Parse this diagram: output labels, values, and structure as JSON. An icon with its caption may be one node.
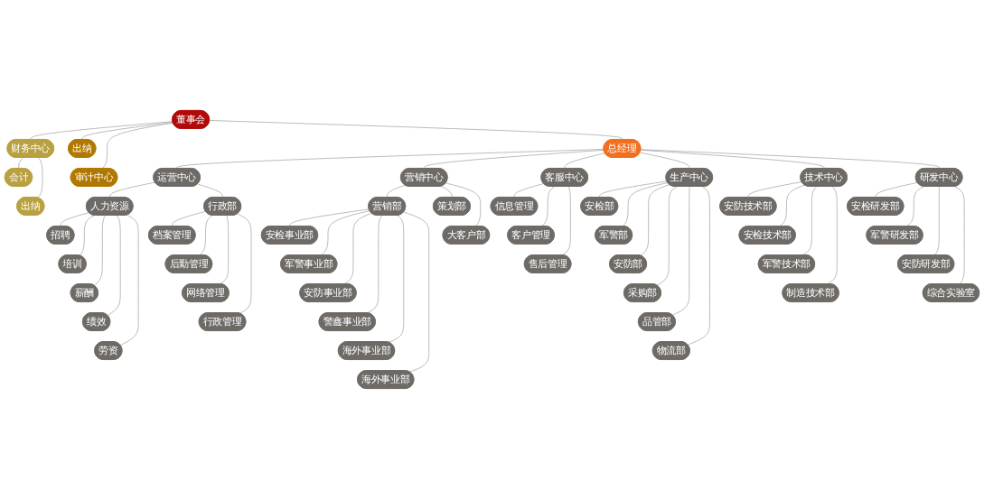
{
  "diagram": {
    "nodes": [
      {
        "text": [
          "董事会"
        ]
      },
      {
        "text": [
          "财务中心"
        ]
      },
      {
        "text": [
          "会计"
        ]
      },
      {
        "text": [
          "出纳"
        ]
      },
      {
        "text": [
          "出纳"
        ]
      },
      {
        "text": [
          "审计中心"
        ]
      },
      {
        "text": [
          "总经理"
        ]
      },
      {
        "text": [
          "运营中心"
        ]
      },
      {
        "text": [
          "人力资源"
        ]
      },
      {
        "text": [
          "招聘"
        ]
      },
      {
        "text": [
          "培训"
        ]
      },
      {
        "text": [
          "薪酬"
        ]
      },
      {
        "text": [
          "绩效"
        ]
      },
      {
        "text": [
          "劳资"
        ]
      },
      {
        "text": [
          "行政部"
        ]
      },
      {
        "text": [
          "档案管理"
        ]
      },
      {
        "text": [
          "后勤管理"
        ]
      },
      {
        "text": [
          "网络管理"
        ]
      },
      {
        "text": [
          "行政管理"
        ]
      },
      {
        "text": [
          "营销中心"
        ]
      },
      {
        "text": [
          "营销部"
        ]
      },
      {
        "text": [
          "安检事业部"
        ]
      },
      {
        "text": [
          "军警事业部"
        ]
      },
      {
        "text": [
          "安防事业部"
        ]
      },
      {
        "text": [
          "警鑫事业部"
        ]
      },
      {
        "text": [
          "海外事业部"
        ]
      },
      {
        "text": [
          "海外事业部"
        ]
      },
      {
        "text": [
          "策划部"
        ]
      },
      {
        "text": [
          "大客户部"
        ]
      },
      {
        "text": [
          "客服中心"
        ]
      },
      {
        "text": [
          "信息管理"
        ]
      },
      {
        "text": [
          "客户管理"
        ]
      },
      {
        "text": [
          "售后管理"
        ]
      },
      {
        "text": [
          "生产中心"
        ]
      },
      {
        "text": [
          "安检部"
        ]
      },
      {
        "text": [
          "军警部"
        ]
      },
      {
        "text": [
          "安防部"
        ]
      },
      {
        "text": [
          "采购部"
        ]
      },
      {
        "text": [
          "品管部"
        ]
      },
      {
        "text": [
          "物流部"
        ]
      },
      {
        "text": [
          "技术中心"
        ]
      },
      {
        "text": [
          "安防技术部"
        ]
      },
      {
        "text": [
          "安检技术部"
        ]
      },
      {
        "text": [
          "军警技术部"
        ]
      },
      {
        "text": [
          "制造技术部"
        ]
      },
      {
        "text": [
          "研发中心"
        ]
      },
      {
        "text": [
          "安检研发部"
        ]
      },
      {
        "text": [
          "军警研发部"
        ]
      },
      {
        "text": [
          "安防研发部"
        ]
      },
      {
        "text": [
          "综合实验室"
        ]
      }
    ],
    "edges": [
      {
        "from": 0,
        "to": 1,
        "arrow": "none"
      },
      {
        "from": 0,
        "to": 4,
        "arrow": "none"
      },
      {
        "from": 0,
        "to": 5,
        "arrow": "none"
      },
      {
        "from": 0,
        "to": 6,
        "arrow": "none"
      },
      {
        "from": 1,
        "to": 2,
        "arrow": "none"
      },
      {
        "from": 1,
        "to": 3,
        "arrow": "none"
      },
      {
        "from": 6,
        "to": 7,
        "arrow": "none"
      },
      {
        "from": 6,
        "to": 19,
        "arrow": "none"
      },
      {
        "from": 6,
        "to": 29,
        "arrow": "none"
      },
      {
        "from": 6,
        "to": 33,
        "arrow": "none"
      },
      {
        "from": 6,
        "to": 40,
        "arrow": "none"
      },
      {
        "from": 6,
        "to": 45,
        "arrow": "none"
      },
      {
        "from": 7,
        "to": 8,
        "arrow": "none"
      },
      {
        "from": 7,
        "to": 14,
        "arrow": "none"
      },
      {
        "from": 8,
        "to": 9,
        "arrow": "none"
      },
      {
        "from": 8,
        "to": 10,
        "arrow": "none"
      },
      {
        "from": 8,
        "to": 11,
        "arrow": "none"
      },
      {
        "from": 8,
        "to": 12,
        "arrow": "none"
      },
      {
        "from": 8,
        "to": 13,
        "arrow": "none"
      },
      {
        "from": 14,
        "to": 15,
        "arrow": "none"
      },
      {
        "from": 14,
        "to": 16,
        "arrow": "none"
      },
      {
        "from": 14,
        "to": 17,
        "arrow": "none"
      },
      {
        "from": 14,
        "to": 18,
        "arrow": "none"
      },
      {
        "from": 19,
        "to": 20,
        "arrow": "none"
      },
      {
        "from": 19,
        "to": 27,
        "arrow": "none"
      },
      {
        "from": 19,
        "to": 28,
        "arrow": "none"
      },
      {
        "from": 20,
        "to": 21,
        "arrow": "none"
      },
      {
        "from": 20,
        "to": 22,
        "arrow": "none"
      },
      {
        "from": 20,
        "to": 23,
        "arrow": "none"
      },
      {
        "from": 20,
        "to": 24,
        "arrow": "none"
      },
      {
        "from": 20,
        "to": 25,
        "arrow": "none"
      },
      {
        "from": 20,
        "to": 26,
        "arrow": "none"
      },
      {
        "from": 29,
        "to": 30,
        "arrow": "none"
      },
      {
        "from": 29,
        "to": 31,
        "arrow": "none"
      },
      {
        "from": 29,
        "to": 32,
        "arrow": "none"
      },
      {
        "from": 33,
        "to": 34,
        "arrow": "none"
      },
      {
        "from": 33,
        "to": 35,
        "arrow": "none"
      },
      {
        "from": 33,
        "to": 36,
        "arrow": "none"
      },
      {
        "from": 33,
        "to": 37,
        "arrow": "none"
      },
      {
        "from": 33,
        "to": 38,
        "arrow": "none"
      },
      {
        "from": 33,
        "to": 39,
        "arrow": "none"
      },
      {
        "from": 40,
        "to": 41,
        "arrow": "none"
      },
      {
        "from": 40,
        "to": 42,
        "arrow": "none"
      },
      {
        "from": 40,
        "to": 43,
        "arrow": "none"
      },
      {
        "from": 40,
        "to": 44,
        "arrow": "none"
      },
      {
        "from": 45,
        "to": 46,
        "arrow": "none"
      },
      {
        "from": 45,
        "to": 47,
        "arrow": "none"
      },
      {
        "from": 45,
        "to": 48,
        "arrow": "none"
      },
      {
        "from": 45,
        "to": 49,
        "arrow": "none"
      }
    ]
  }
}
